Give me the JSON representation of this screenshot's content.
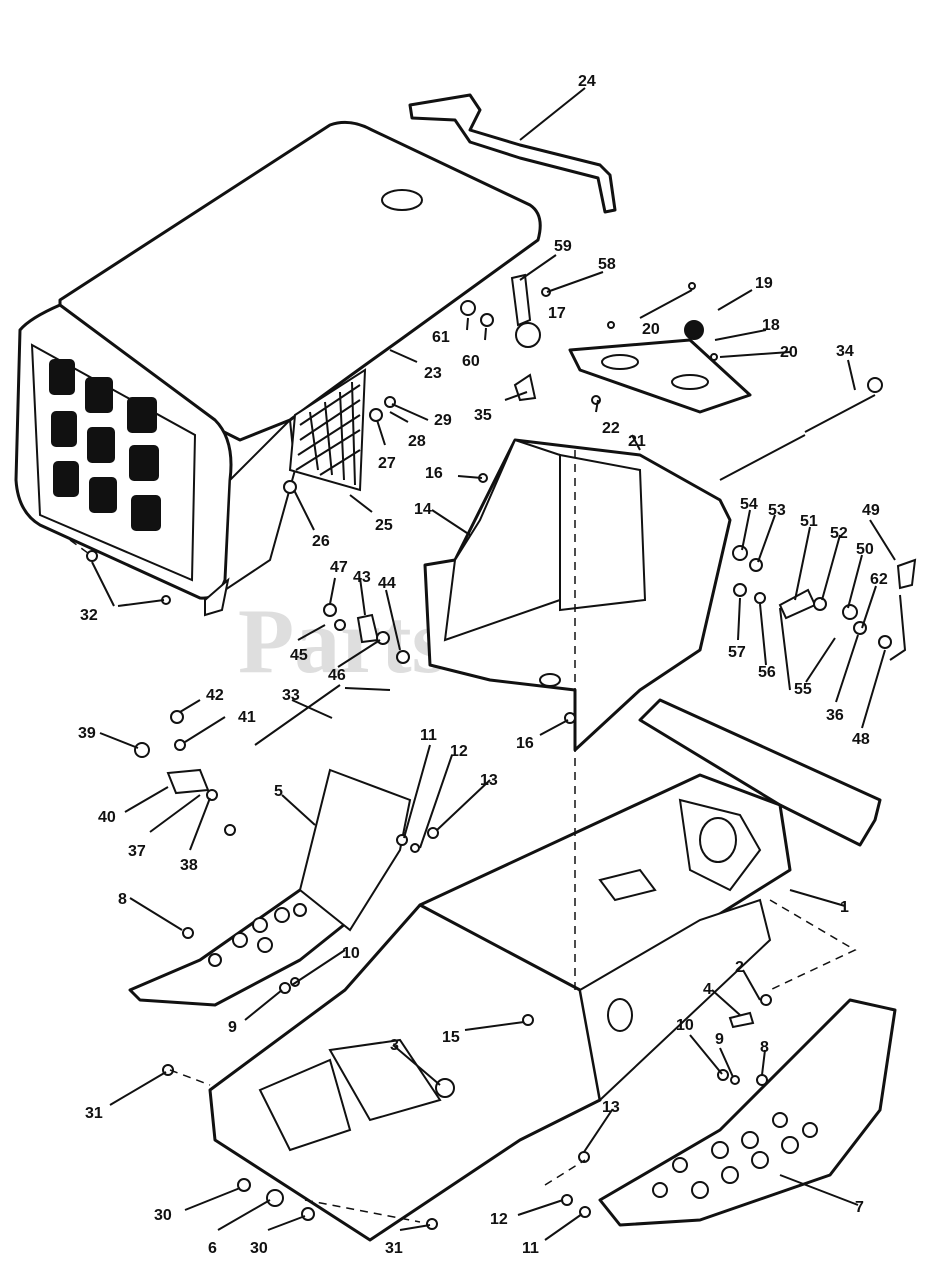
{
  "watermark": "PartsTree",
  "callouts": [
    {
      "label": "24"
    },
    {
      "label": "59"
    },
    {
      "label": "58"
    },
    {
      "label": "19"
    },
    {
      "label": "20"
    },
    {
      "label": "17"
    },
    {
      "label": "18"
    },
    {
      "label": "20"
    },
    {
      "label": "34"
    },
    {
      "label": "61"
    },
    {
      "label": "60"
    },
    {
      "label": "23"
    },
    {
      "label": "29"
    },
    {
      "label": "28"
    },
    {
      "label": "27"
    },
    {
      "label": "35"
    },
    {
      "label": "22"
    },
    {
      "label": "21"
    },
    {
      "label": "16"
    },
    {
      "label": "14"
    },
    {
      "label": "25"
    },
    {
      "label": "26"
    },
    {
      "label": "54"
    },
    {
      "label": "53"
    },
    {
      "label": "51"
    },
    {
      "label": "52"
    },
    {
      "label": "49"
    },
    {
      "label": "50"
    },
    {
      "label": "62"
    },
    {
      "label": "47"
    },
    {
      "label": "43"
    },
    {
      "label": "44"
    },
    {
      "label": "45"
    },
    {
      "label": "46"
    },
    {
      "label": "32"
    },
    {
      "label": "57"
    },
    {
      "label": "56"
    },
    {
      "label": "55"
    },
    {
      "label": "36"
    },
    {
      "label": "48"
    },
    {
      "label": "42"
    },
    {
      "label": "41"
    },
    {
      "label": "33"
    },
    {
      "label": "39"
    },
    {
      "label": "16"
    },
    {
      "label": "11"
    },
    {
      "label": "12"
    },
    {
      "label": "13"
    },
    {
      "label": "40"
    },
    {
      "label": "5"
    },
    {
      "label": "37"
    },
    {
      "label": "38"
    },
    {
      "label": "1"
    },
    {
      "label": "8"
    },
    {
      "label": "10"
    },
    {
      "label": "2"
    },
    {
      "label": "4"
    },
    {
      "label": "9"
    },
    {
      "label": "15"
    },
    {
      "label": "3"
    },
    {
      "label": "10"
    },
    {
      "label": "9"
    },
    {
      "label": "8"
    },
    {
      "label": "31"
    },
    {
      "label": "13"
    },
    {
      "label": "7"
    },
    {
      "label": "30"
    },
    {
      "label": "6"
    },
    {
      "label": "30"
    },
    {
      "label": "31"
    },
    {
      "label": "12"
    },
    {
      "label": "11"
    }
  ]
}
